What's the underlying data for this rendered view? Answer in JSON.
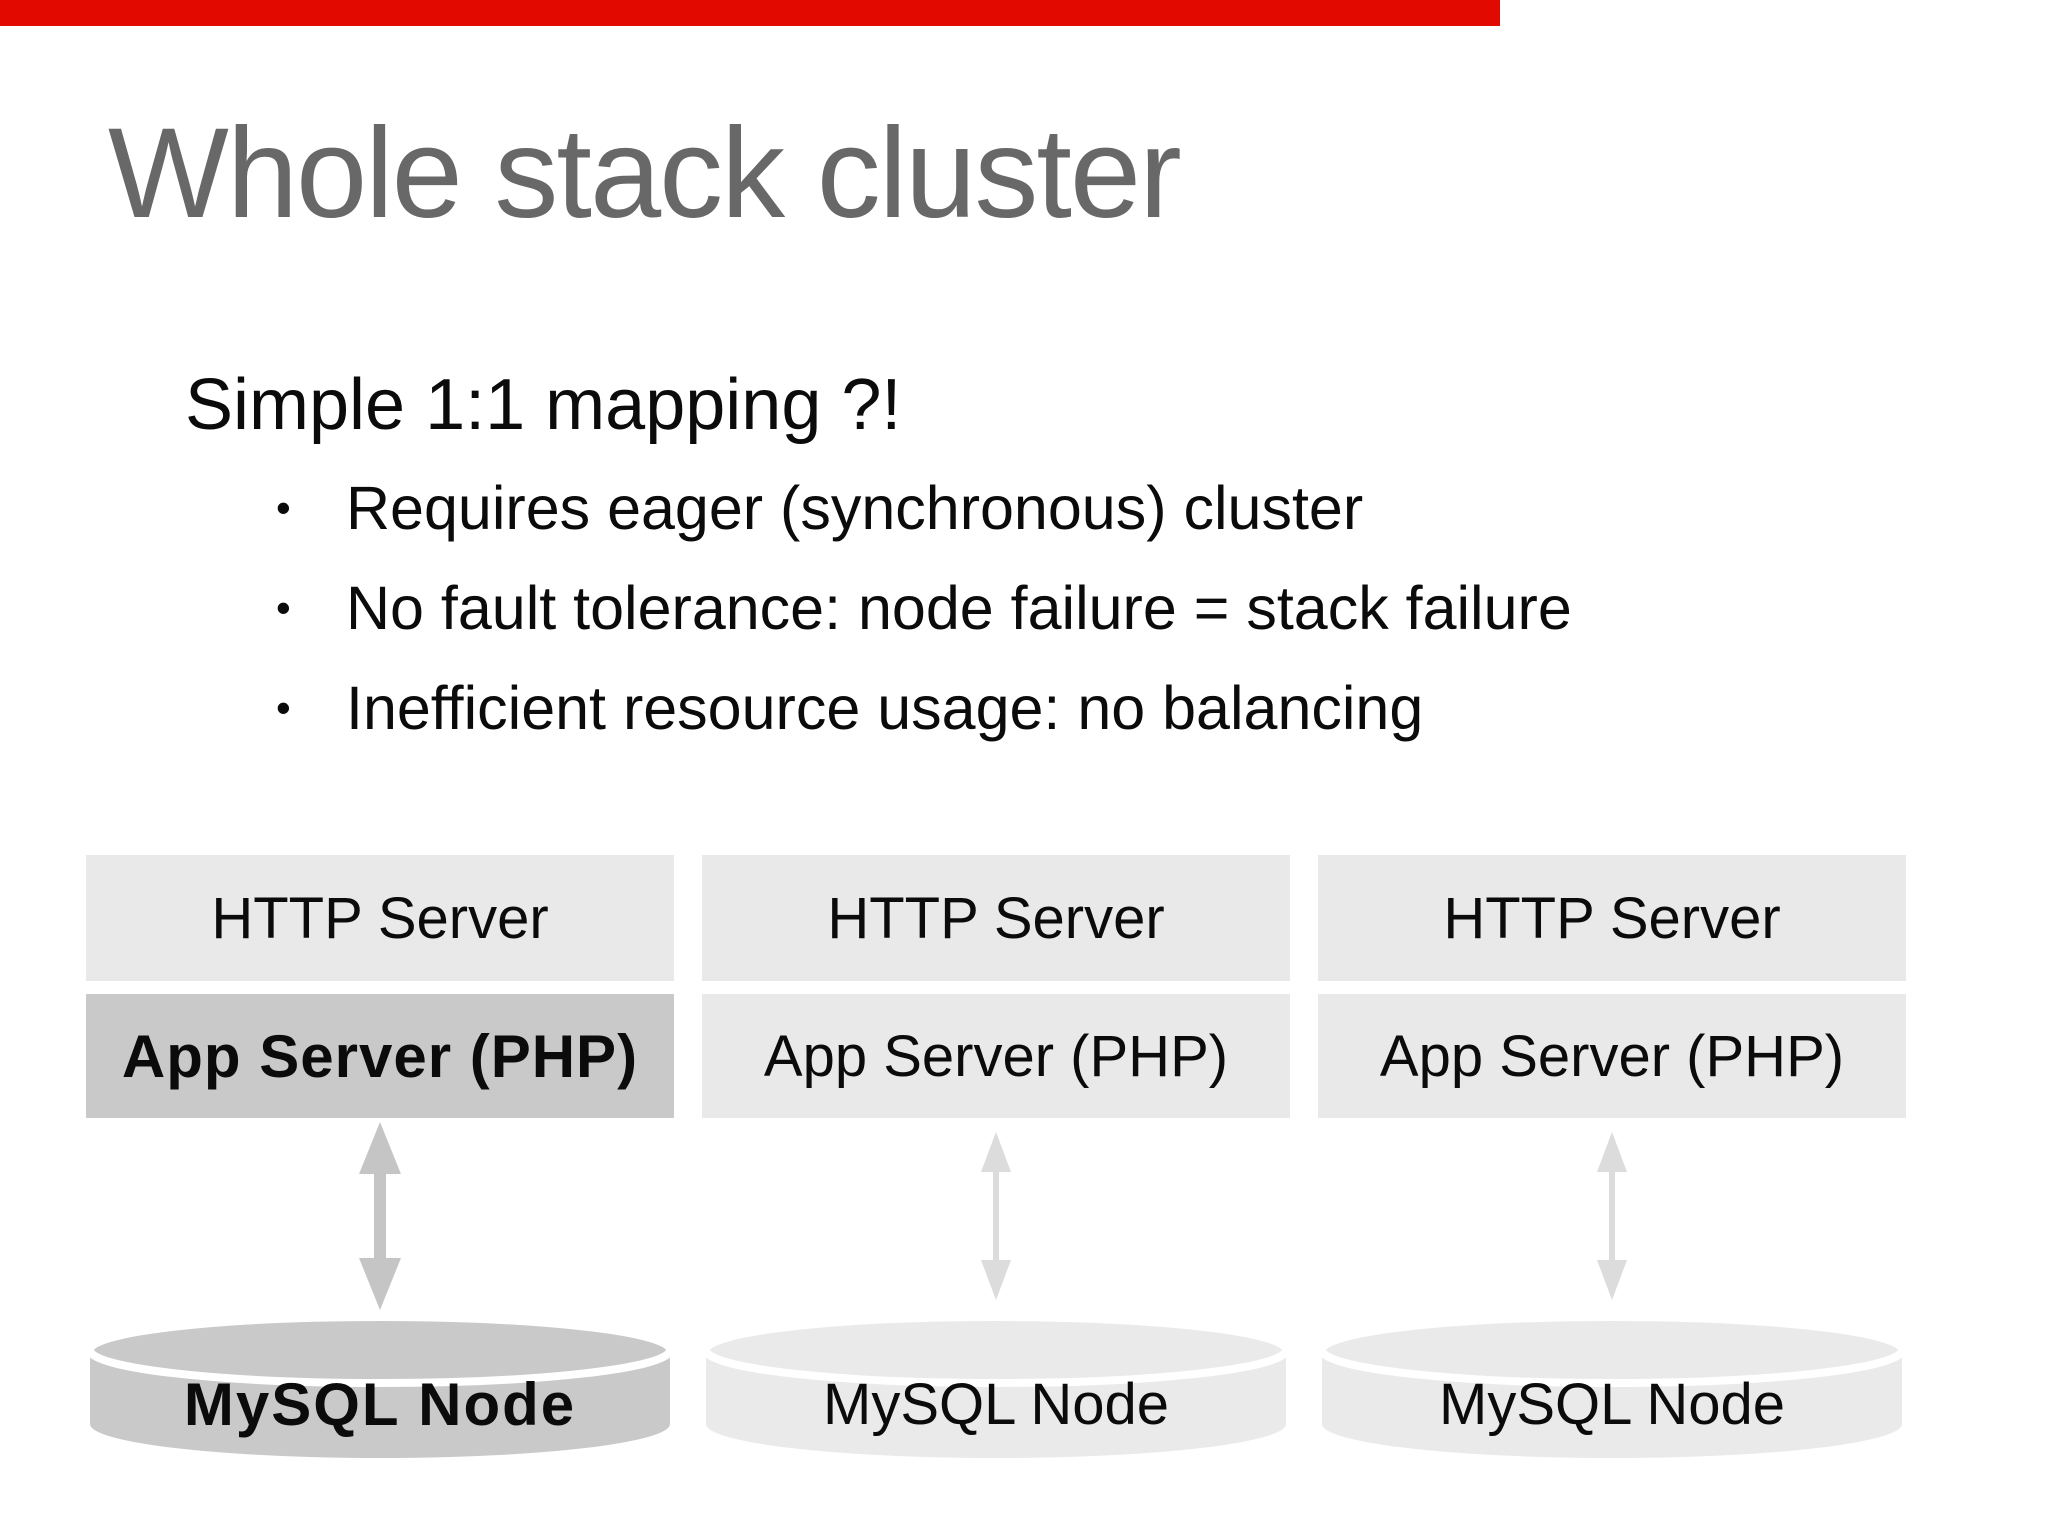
{
  "top_bar": {
    "color": "#e20a00"
  },
  "slide": {
    "title": "Whole stack cluster",
    "subtitle": "Simple 1:1 mapping ?!",
    "bullet_glyph": "•",
    "bullets": [
      "Requires eager (synchronous) cluster",
      "No fault tolerance: node failure = stack failure",
      "Inefficient resource usage: no balancing"
    ]
  },
  "diagram": {
    "columns": [
      {
        "http_label": "HTTP Server",
        "app_label": "App Server (PHP)",
        "db_label": "MySQL Node",
        "highlighted": true
      },
      {
        "http_label": "HTTP Server",
        "app_label": "App Server (PHP)",
        "db_label": "MySQL Node",
        "highlighted": false
      },
      {
        "http_label": "HTTP Server",
        "app_label": "App Server (PHP)",
        "db_label": "MySQL Node",
        "highlighted": false
      }
    ],
    "colors": {
      "box": "#e9e9e9",
      "box_highlight": "#c9c9c9",
      "cylinder": "#eaeaea",
      "cylinder_highlight": "#c9c9c9",
      "arrow": "#dcdcdc",
      "arrow_highlight": "#c5c5c5",
      "title_text": "#686868",
      "body_text": "#0b0b0b"
    }
  }
}
